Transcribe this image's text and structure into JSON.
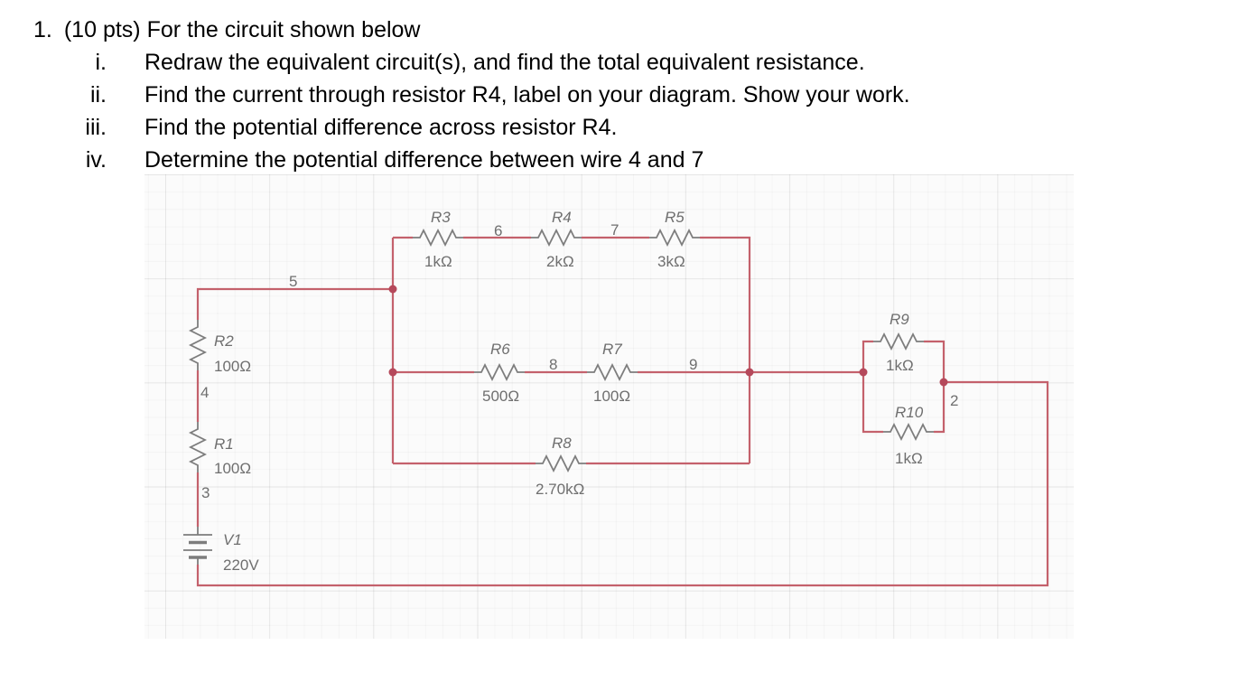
{
  "problem": {
    "number": "1.",
    "points": "(10 pts)",
    "intro": "For the circuit shown below",
    "items": [
      {
        "numeral": "i.",
        "text": "Redraw the equivalent circuit(s), and find the total equivalent resistance."
      },
      {
        "numeral": "ii.",
        "text": "Find the current through resistor R4, label on your diagram. Show your work."
      },
      {
        "numeral": "iii.",
        "text": "Find the potential difference across resistor R4."
      },
      {
        "numeral": "iv.",
        "text": "Determine the potential difference between wire 4 and 7"
      }
    ]
  },
  "circuit": {
    "source": {
      "name": "V1",
      "value": "220V"
    },
    "resistors": {
      "r1": {
        "name": "R1",
        "value": "100Ω"
      },
      "r2": {
        "name": "R2",
        "value": "100Ω"
      },
      "r3": {
        "name": "R3",
        "value": "1kΩ"
      },
      "r4": {
        "name": "R4",
        "value": "2kΩ"
      },
      "r5": {
        "name": "R5",
        "value": "3kΩ"
      },
      "r6": {
        "name": "R6",
        "value": "500Ω"
      },
      "r7": {
        "name": "R7",
        "value": "100Ω"
      },
      "r8": {
        "name": "R8",
        "value": "2.70kΩ"
      },
      "r9": {
        "name": "R9",
        "value": "1kΩ"
      },
      "r10": {
        "name": "R10",
        "value": "1kΩ"
      }
    },
    "wire_labels": {
      "w2": "2",
      "w3": "3",
      "w4": "4",
      "w5": "5",
      "w6": "6",
      "w7": "7",
      "w8": "8",
      "w9": "9"
    },
    "colors": {
      "wire": "#c4616c",
      "junction": "#b5495b",
      "component": "#7d7d7d",
      "label": "#6f6f6f"
    }
  }
}
